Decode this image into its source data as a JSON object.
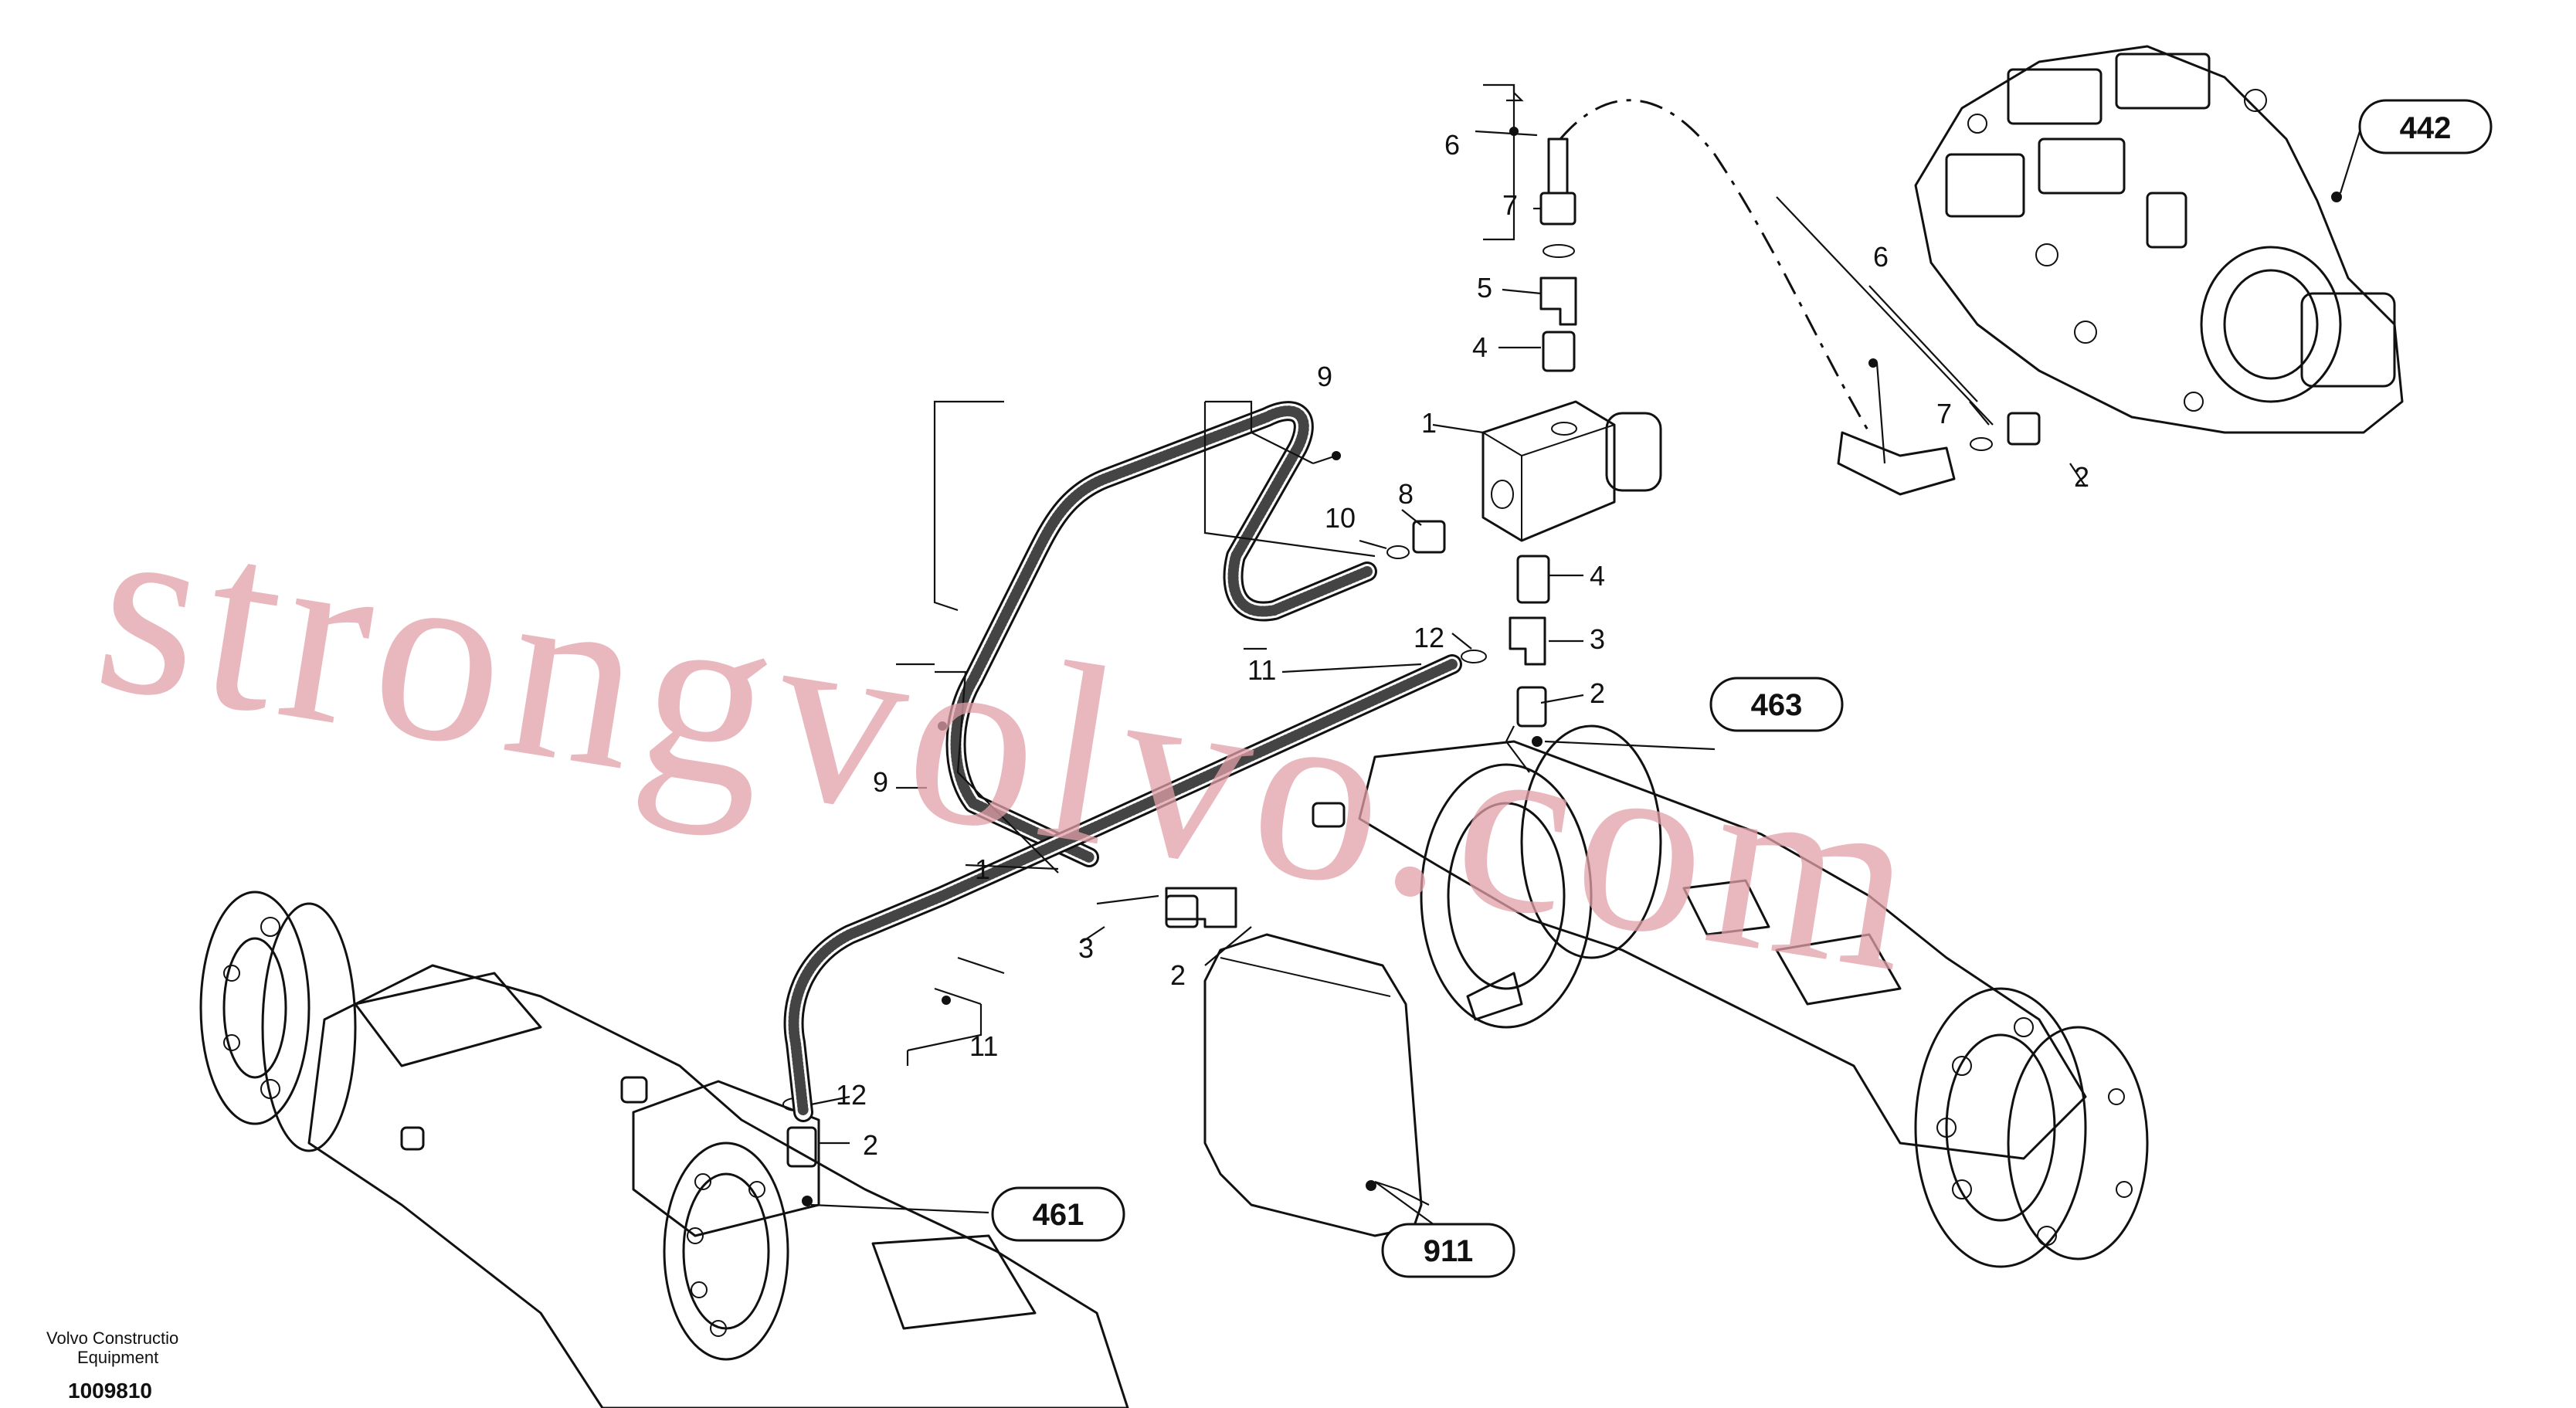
{
  "callouts": {
    "c1": "1",
    "c2": "2",
    "c3": "3",
    "c4": "4",
    "c5": "5",
    "c6": "6",
    "c7": "7",
    "c8": "8",
    "c9": "9",
    "c10": "10",
    "c11": "11",
    "c12": "12"
  },
  "refs": {
    "r442": "442",
    "r463": "463",
    "r461": "461",
    "r911": "911"
  },
  "watermark": "strongvolvo.com",
  "footer": {
    "company_line1": "Volvo Constructio",
    "company_line2": "Equipment",
    "drawing_number": "1009810"
  }
}
